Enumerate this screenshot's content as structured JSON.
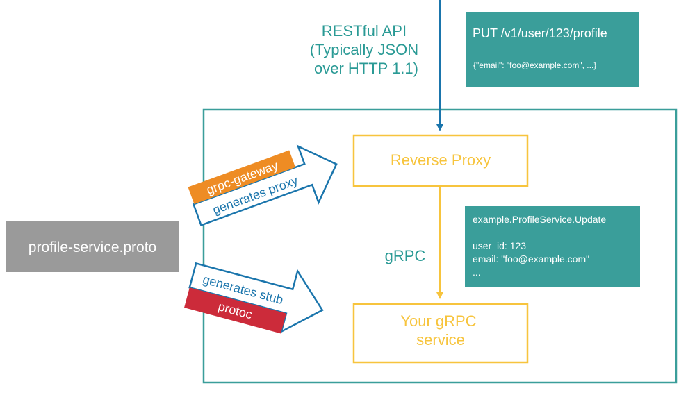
{
  "rest_label": {
    "lines": [
      "RESTful API",
      "(Typically JSON",
      "over HTTP 1.1)"
    ]
  },
  "rest_request": {
    "title": "PUT /v1/user/123/profile",
    "body": "{\"email\": \"foo@example.com\", ...}"
  },
  "reverse_proxy": {
    "label": "Reverse Proxy"
  },
  "grpc_service": {
    "lines": [
      "Your gRPC",
      "service"
    ]
  },
  "grpc_label": "gRPC",
  "grpc_request": {
    "lines": [
      "example.ProfileService.Update",
      "",
      "user_id: 123",
      "email: \"foo@example.com\"",
      "..."
    ]
  },
  "proto_file": {
    "label": "profile-service.proto"
  },
  "gateway_arrow": {
    "tag": "grpc-gateway",
    "text": "generates proxy"
  },
  "stub_arrow": {
    "tag": "protoc",
    "text": "generates stub"
  },
  "colors": {
    "teal": "#3a9e9a",
    "teal_text": "#2a9a95",
    "blue": "#1a75ac",
    "yellow": "#f7c43d",
    "orange": "#ee8c24",
    "red": "#cc2b3a",
    "gray": "#9a9a9a",
    "white": "#ffffff"
  }
}
